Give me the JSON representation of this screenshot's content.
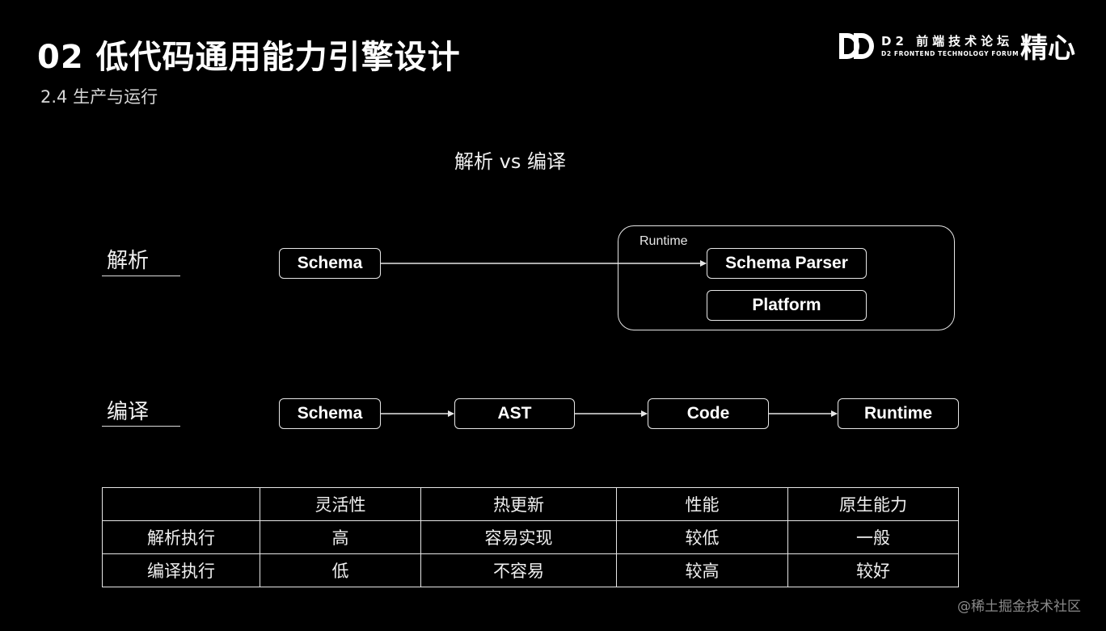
{
  "header": {
    "title": "02 低代码通用能力引擎设计",
    "subtitle": "2.4 生产与运行"
  },
  "branding": {
    "d2_mark": "DD",
    "d2_name_cn": "D2 前端技术论坛",
    "d2_name_en": "D2 FRONTEND TECHNOLOGY FORUM",
    "partner": "精心"
  },
  "diagram": {
    "title": "解析 vs 编译",
    "parse_row": {
      "label": "解析",
      "source_node": "Schema",
      "group_label": "Runtime",
      "group_nodes": [
        "Schema Parser",
        "Platform"
      ]
    },
    "compile_row": {
      "label": "编译",
      "nodes": [
        "Schema",
        "AST",
        "Code",
        "Runtime"
      ]
    }
  },
  "comparison_table": {
    "headers": [
      "",
      "灵活性",
      "热更新",
      "性能",
      "原生能力"
    ],
    "rows": [
      [
        "解析执行",
        "高",
        "容易实现",
        "较低",
        "一般"
      ],
      [
        "编译执行",
        "低",
        "不容易",
        "较高",
        "较好"
      ]
    ]
  },
  "watermark": "@稀土掘金技术社区"
}
